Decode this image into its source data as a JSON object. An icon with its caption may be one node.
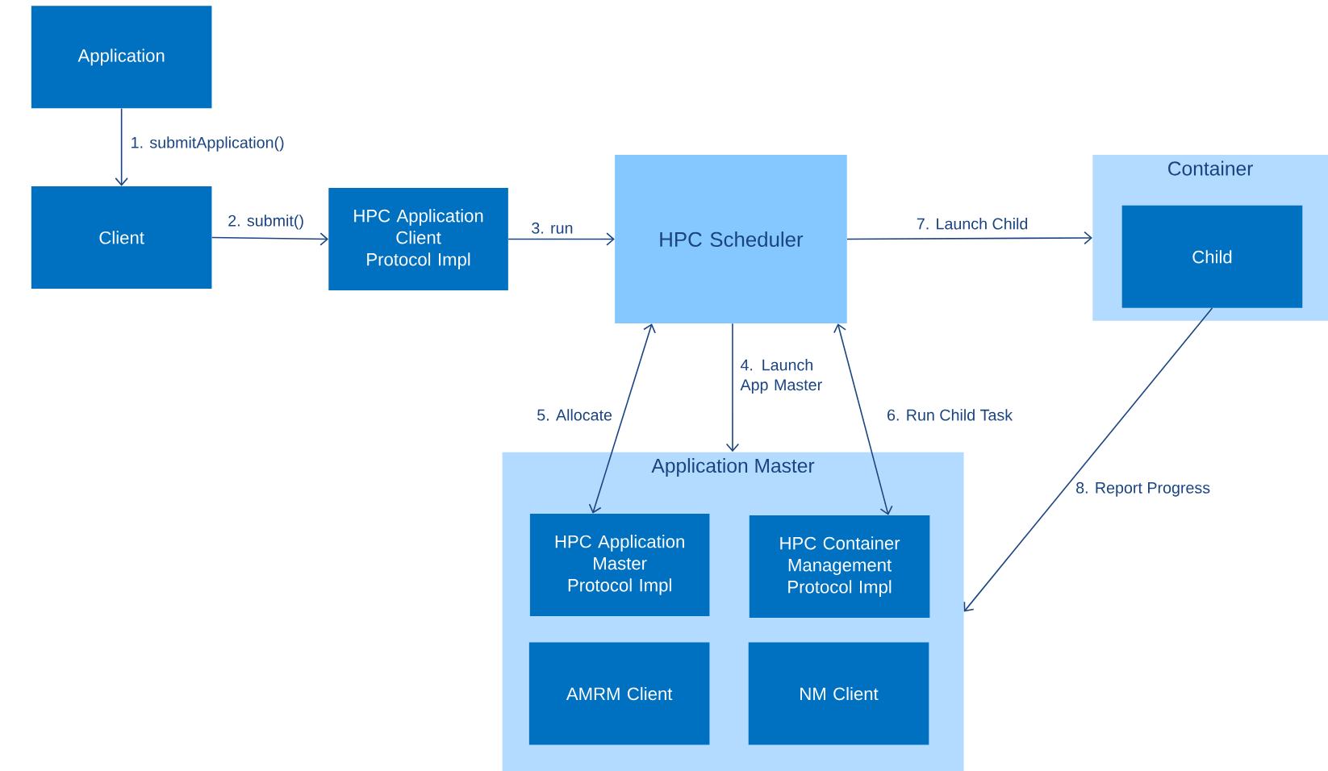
{
  "diagram": {
    "nodes": [
      {
        "text": [
          "Application"
        ]
      },
      {
        "text": [
          "Client"
        ]
      },
      {
        "text": [
          "HPC Application Client Protocol Impl"
        ]
      },
      {
        "text": [
          "HPC Scheduler"
        ]
      },
      {
        "text": [
          "Container"
        ]
      },
      {
        "text": [
          "Child"
        ],
        "in": 4
      },
      {
        "text": [
          "Application Master"
        ]
      },
      {
        "text": [
          "HPC Application Master Protocol Impl"
        ],
        "in": 6
      },
      {
        "text": [
          "HPC Container Management Protocol Impl"
        ],
        "in": 6
      },
      {
        "text": [
          "AMRM Client"
        ],
        "in": 6
      },
      {
        "text": [
          "NM Client"
        ],
        "in": 6
      }
    ],
    "edges": [
      {
        "from": 0,
        "to": 1,
        "arrow": "to",
        "label": "1. submitApplication()"
      },
      {
        "from": 1,
        "to": 2,
        "arrow": "to",
        "label": "2. submit()"
      },
      {
        "from": 2,
        "to": 3,
        "arrow": "to",
        "label": "3. run"
      },
      {
        "from": 3,
        "to": 6,
        "arrow": "to",
        "label": "4. Launch App Master"
      },
      {
        "from": 3,
        "to": 7,
        "arrow": "both",
        "label": "5. Allocate"
      },
      {
        "from": 3,
        "to": 8,
        "arrow": "both",
        "label": "6. Run Child Task"
      },
      {
        "from": 3,
        "to": 4,
        "arrow": "to",
        "label": "7. Launch Child"
      },
      {
        "from": 5,
        "to": 6,
        "arrow": "to",
        "label": "8. Report Progress"
      }
    ]
  }
}
